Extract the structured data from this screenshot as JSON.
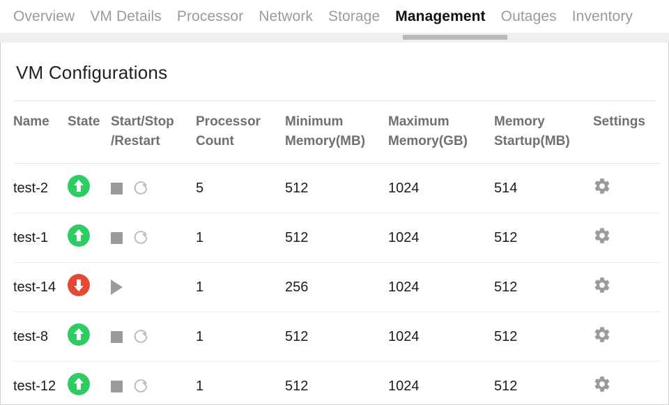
{
  "tabs": [
    {
      "label": "Overview",
      "active": false
    },
    {
      "label": "VM Details",
      "active": false
    },
    {
      "label": "Processor",
      "active": false
    },
    {
      "label": "Network",
      "active": false
    },
    {
      "label": "Storage",
      "active": false
    },
    {
      "label": "Management",
      "active": true
    },
    {
      "label": "Outages",
      "active": false
    },
    {
      "label": "Inventory",
      "active": false
    }
  ],
  "card": {
    "title": "VM Configurations"
  },
  "table": {
    "headers": {
      "name": "Name",
      "state": "State",
      "actions_line1": "Start/Stop",
      "actions_line2": "/Restart",
      "processor_line1": "Processor",
      "processor_line2": "Count",
      "min_line1": "Minimum",
      "min_line2": "Memory(MB)",
      "max_line1": "Maximum",
      "max_line2": "Memory(GB)",
      "startup_line1": "Memory",
      "startup_line2": "Startup(MB)",
      "settings": "Settings"
    },
    "rows": [
      {
        "name": "test-2",
        "state": "running",
        "state_icon": "arrow-up-circle-green-icon",
        "actions": [
          "stop-icon",
          "restart-icon"
        ],
        "processor_count": "5",
        "minimum_memory_mb": "512",
        "maximum_memory_gb": "1024",
        "memory_startup_mb": "514",
        "settings_icon": "gear-icon"
      },
      {
        "name": "test-1",
        "state": "running",
        "state_icon": "arrow-up-circle-green-icon",
        "actions": [
          "stop-icon",
          "restart-icon"
        ],
        "processor_count": "1",
        "minimum_memory_mb": "512",
        "maximum_memory_gb": "1024",
        "memory_startup_mb": "512",
        "settings_icon": "gear-icon"
      },
      {
        "name": "test-14",
        "state": "stopped",
        "state_icon": "arrow-down-circle-red-icon",
        "actions": [
          "play-icon"
        ],
        "processor_count": "1",
        "minimum_memory_mb": "256",
        "maximum_memory_gb": "1024",
        "memory_startup_mb": "512",
        "settings_icon": "gear-icon"
      },
      {
        "name": "test-8",
        "state": "running",
        "state_icon": "arrow-up-circle-green-icon",
        "actions": [
          "stop-icon",
          "restart-icon"
        ],
        "processor_count": "1",
        "minimum_memory_mb": "512",
        "maximum_memory_gb": "1024",
        "memory_startup_mb": "512",
        "settings_icon": "gear-icon"
      },
      {
        "name": "test-12",
        "state": "running",
        "state_icon": "arrow-up-circle-green-icon",
        "actions": [
          "stop-icon",
          "restart-icon"
        ],
        "processor_count": "1",
        "minimum_memory_mb": "512",
        "maximum_memory_gb": "1024",
        "memory_startup_mb": "512",
        "settings_icon": "gear-icon"
      }
    ]
  },
  "colors": {
    "state_running": "#2ecc63",
    "state_stopped": "#e34a33",
    "icon_gray": "#9a9b9d",
    "header_text": "#6f7072",
    "tab_inactive": "#9a9a9a",
    "tab_active": "#111111",
    "tab_indicator": "#b9b9b9"
  }
}
